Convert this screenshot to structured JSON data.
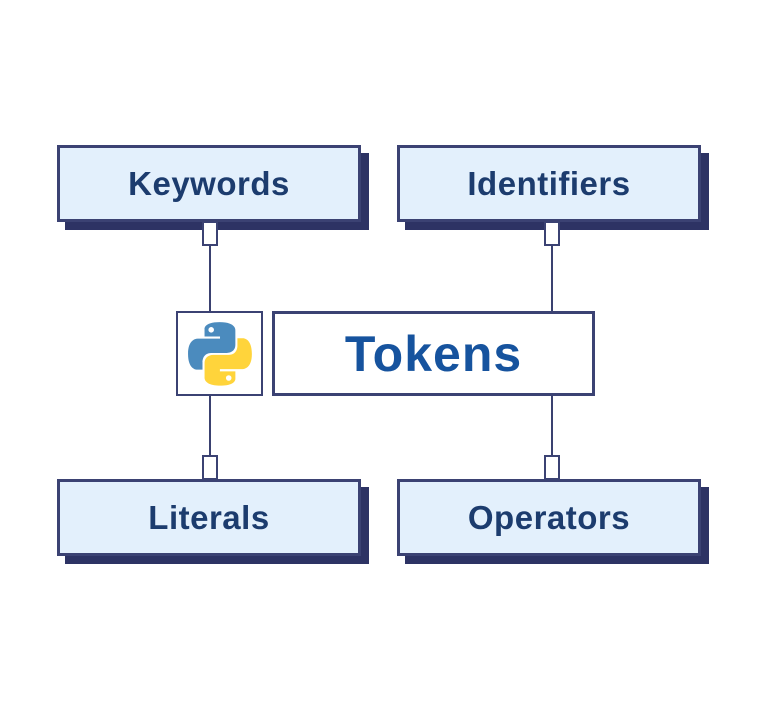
{
  "diagram": {
    "center": {
      "label": "Tokens",
      "icon": "python-logo"
    },
    "nodes": [
      {
        "id": "keywords",
        "label": "Keywords"
      },
      {
        "id": "identifiers",
        "label": "Identifiers"
      },
      {
        "id": "literals",
        "label": "Literals"
      },
      {
        "id": "operators",
        "label": "Operators"
      }
    ],
    "colors": {
      "background": "#ffffff",
      "node_fill": "#e3f0fc",
      "node_border": "#3b4273",
      "node_shadow": "#2d3364",
      "node_label_text": "#1c3c6e",
      "center_label_text": "#16539e",
      "connector_line": "#3a4170",
      "python_blue": "#4b8bbe",
      "python_yellow": "#ffd43b"
    }
  }
}
